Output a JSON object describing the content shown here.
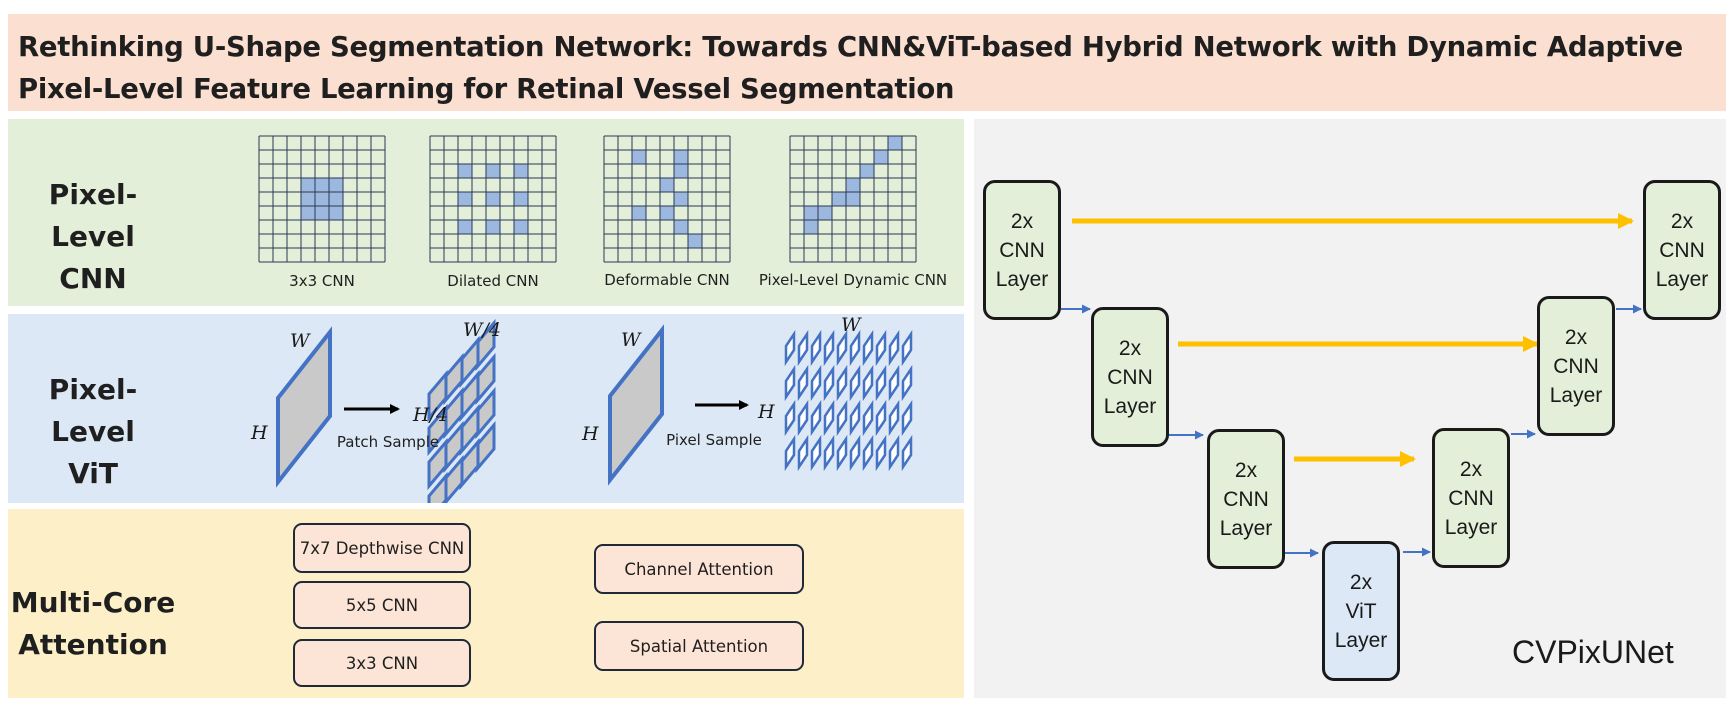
{
  "title": "Rethinking U-Shape Segmentation Network: Towards CNN&ViT-based Hybrid Network with Dynamic Adaptive Pixel-Level Feature Learning for Retinal Vessel Segmentation",
  "panels": {
    "cnn": {
      "label_line1": "Pixel-Level",
      "label_line2": "CNN",
      "captions": [
        "3x3 CNN",
        "Dilated CNN",
        "Deformable CNN",
        "Pixel-Level Dynamic CNN"
      ]
    },
    "vit": {
      "label_line1": "Pixel-Level",
      "label_line2": "ViT",
      "patch_caption": "Patch Sample",
      "pixel_caption": "Pixel Sample",
      "w_label": "W",
      "h_label": "H",
      "w4_label": "W/4",
      "h4_label": "H/4"
    },
    "attention": {
      "label_line1": "Multi-Core",
      "label_line2": "Attention",
      "boxes": {
        "depthwise": "7x7 Depthwise CNN",
        "cnn5": "5x5 CNN",
        "cnn3": "3x3 CNN",
        "channel": "Channel Attention",
        "spatial": "Spatial Attention"
      }
    }
  },
  "network": {
    "name": "CVPixUNet",
    "cnn_block": [
      "2x",
      "CNN",
      "Layer"
    ],
    "vit_block": [
      "2x",
      "ViT",
      "Layer"
    ]
  },
  "colors": {
    "title_bg": "#fbe0d2",
    "cnn_panel": "#e3efd9",
    "vit_panel": "#dce8f5",
    "attention_panel": "#fdf0c9",
    "network_bg": "#f2f2f2",
    "grid_highlight": "#9db8de",
    "skip_arrow": "#ffc000",
    "flow_arrow": "#4472c4",
    "plane_edge": "#4472c4",
    "plane_fill": "#c9c9c9"
  }
}
